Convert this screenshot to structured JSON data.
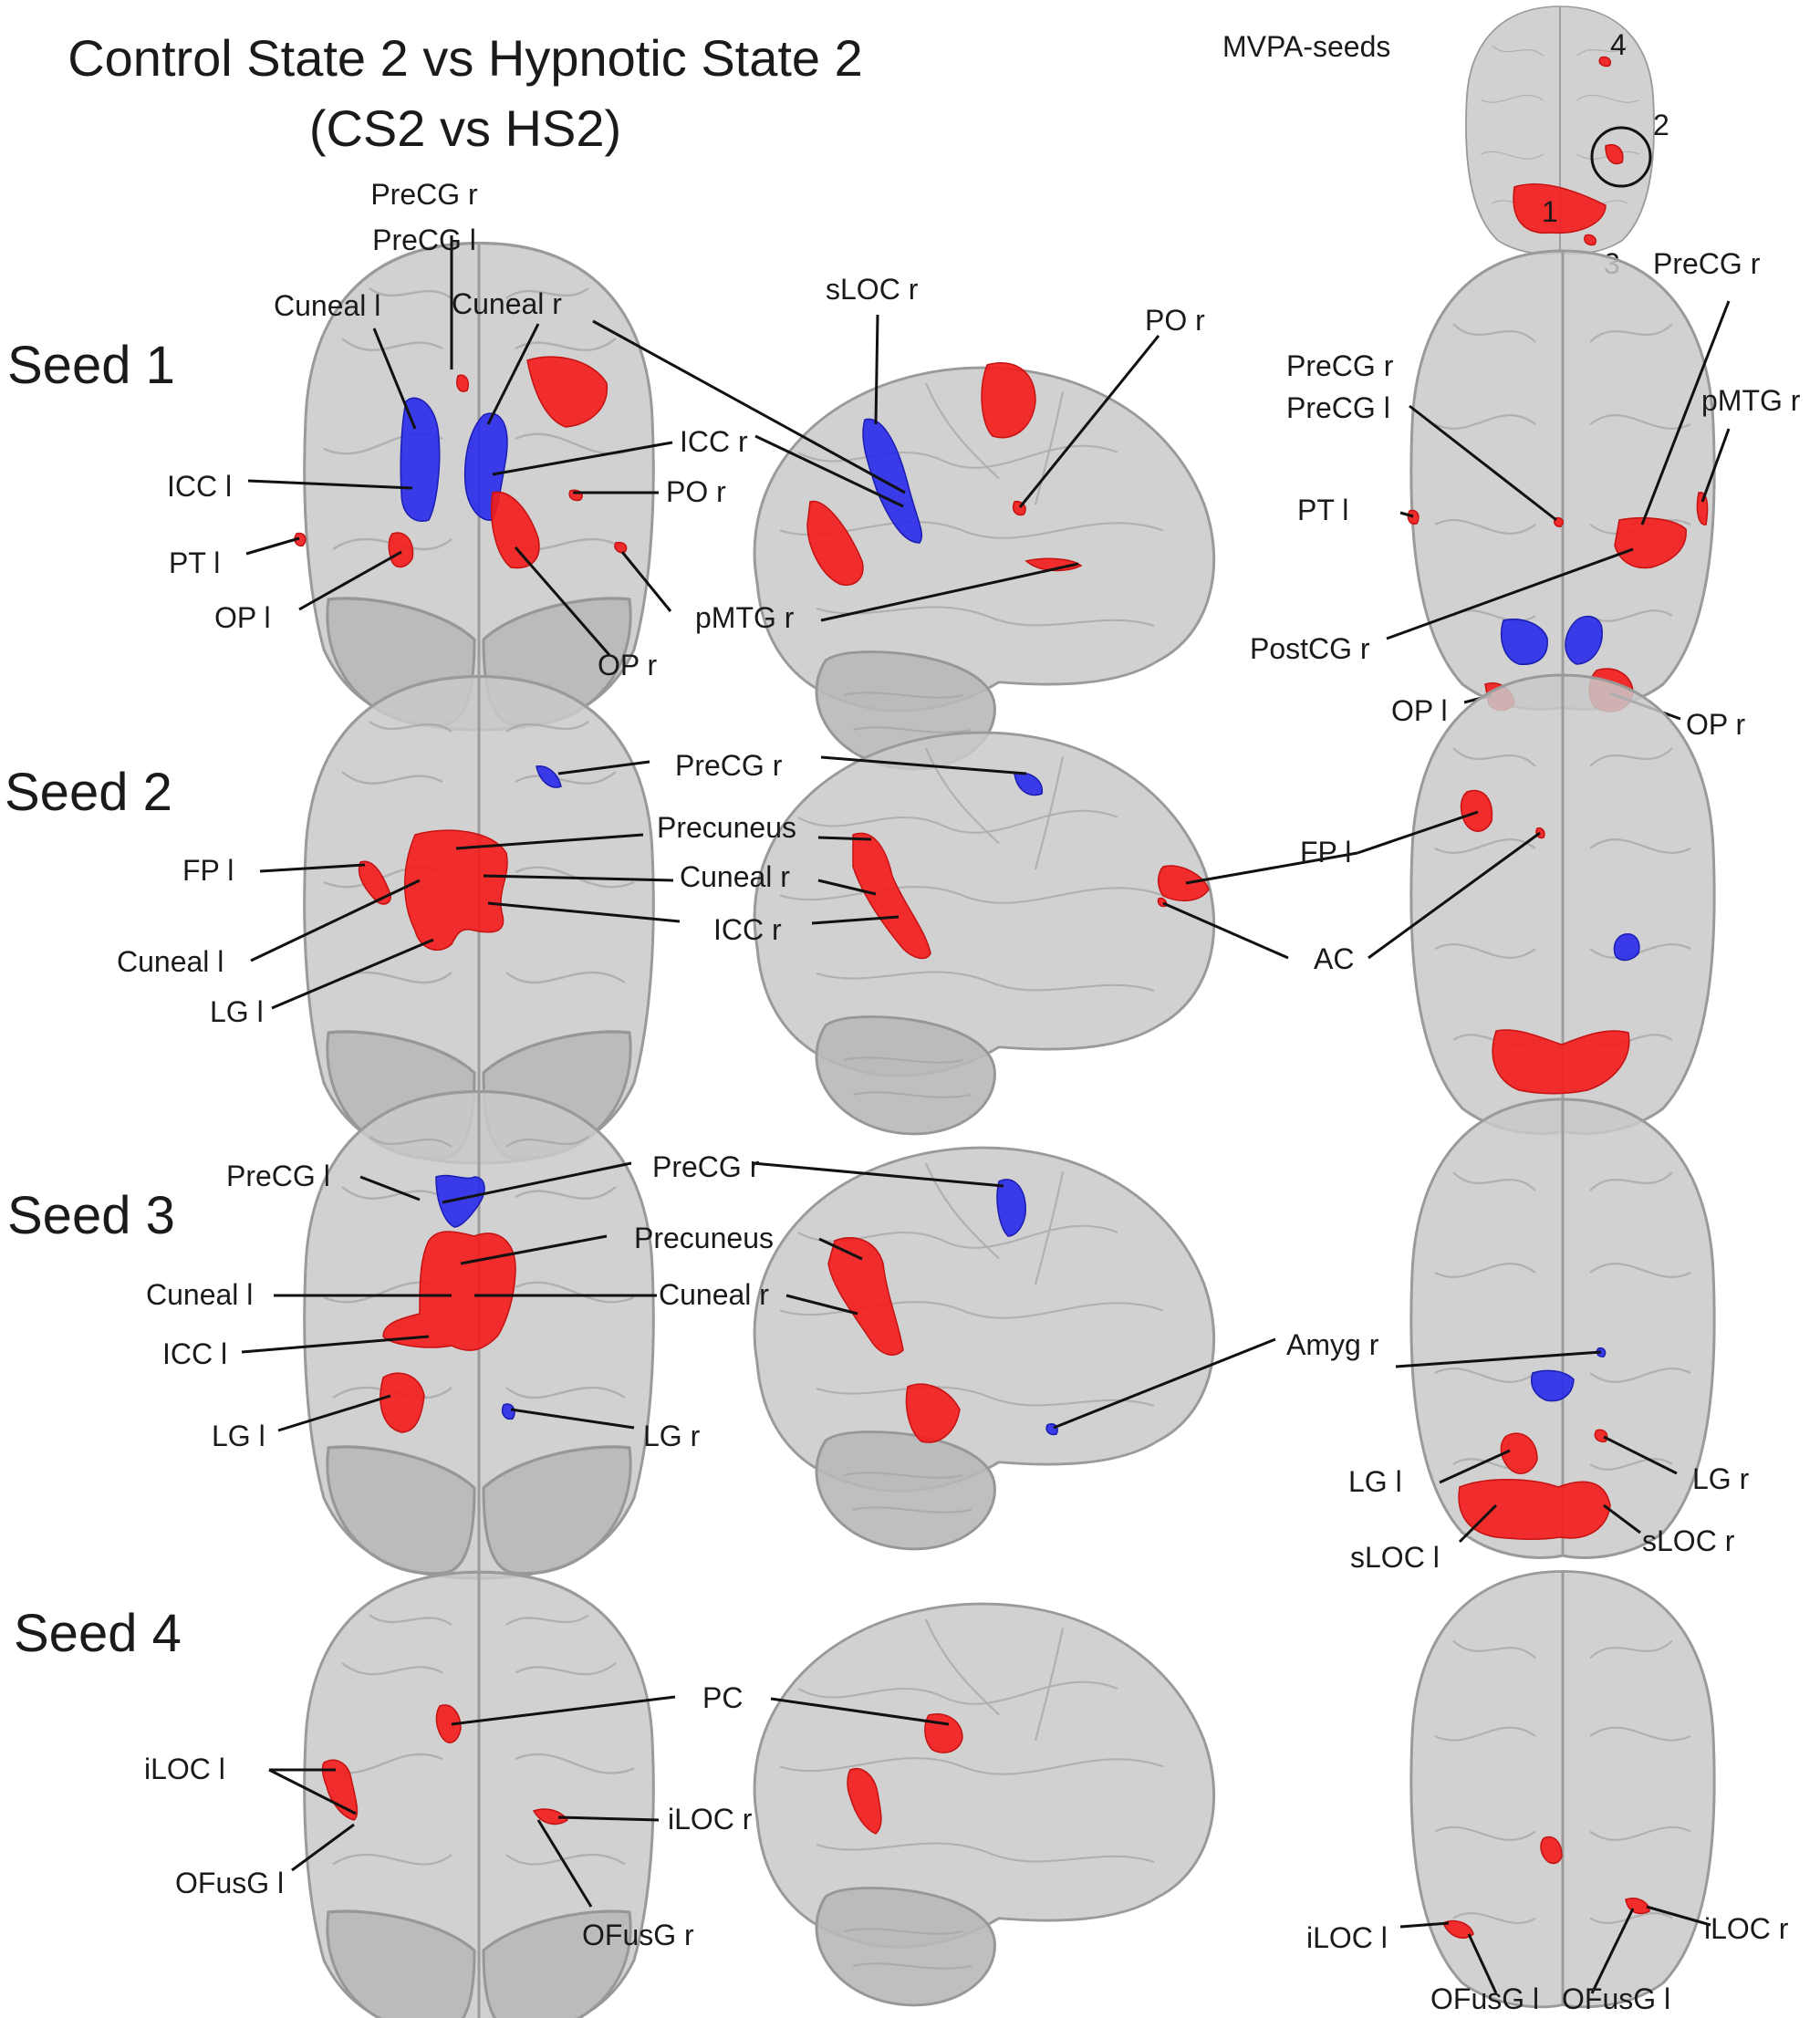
{
  "title": {
    "line1": "Control State 2 vs Hypnotic State 2",
    "line2": "(CS2 vs HS2)"
  },
  "inset": {
    "label": "MVPA-seeds",
    "numbers": [
      "1",
      "2",
      "3",
      "4"
    ]
  },
  "colors": {
    "positive": "#f21d1d",
    "negative": "#2a2ee8",
    "brain": "#c9c9c9"
  },
  "seeds": [
    {
      "label": "Seed 1",
      "labels": [
        "PreCG r",
        "PreCG l",
        "Cuneal l",
        "Cuneal r",
        "ICC l",
        "ICC r",
        "PO r",
        "PT l",
        "OP l",
        "OP r",
        "pMTG r",
        "sLOC r",
        "PO r",
        "PreCG r",
        "pMTG r",
        "PreCG r",
        "PreCG l",
        "PT l",
        "PostCG r",
        "OP l",
        "OP r"
      ]
    },
    {
      "label": "Seed 2",
      "labels": [
        "PreCG r",
        "Precuneus",
        "Cuneal r",
        "ICC r",
        "FP l",
        "Cuneal l",
        "LG l",
        "FP l",
        "AC"
      ]
    },
    {
      "label": "Seed 3",
      "labels": [
        "PreCG l",
        "PreCG r",
        "Precuneus",
        "Cuneal l",
        "Cuneal r",
        "ICC l",
        "LG l",
        "LG r",
        "Amyg r",
        "LG l",
        "LG r",
        "sLOC l",
        "sLOC r"
      ]
    },
    {
      "label": "Seed 4",
      "labels": [
        "PC",
        "iLOC l",
        "iLOC r",
        "OFusG l",
        "OFusG r",
        "iLOC l",
        "iLOC r",
        "OFusG l",
        "OFusG l"
      ]
    }
  ]
}
